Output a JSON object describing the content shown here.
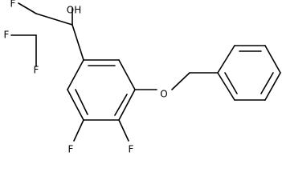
{
  "molecule": {
    "atoms": {
      "f1": "F",
      "f2": "F",
      "f3": "F",
      "oh": "OH",
      "o": "O",
      "f4": "F",
      "f5": "F"
    }
  }
}
